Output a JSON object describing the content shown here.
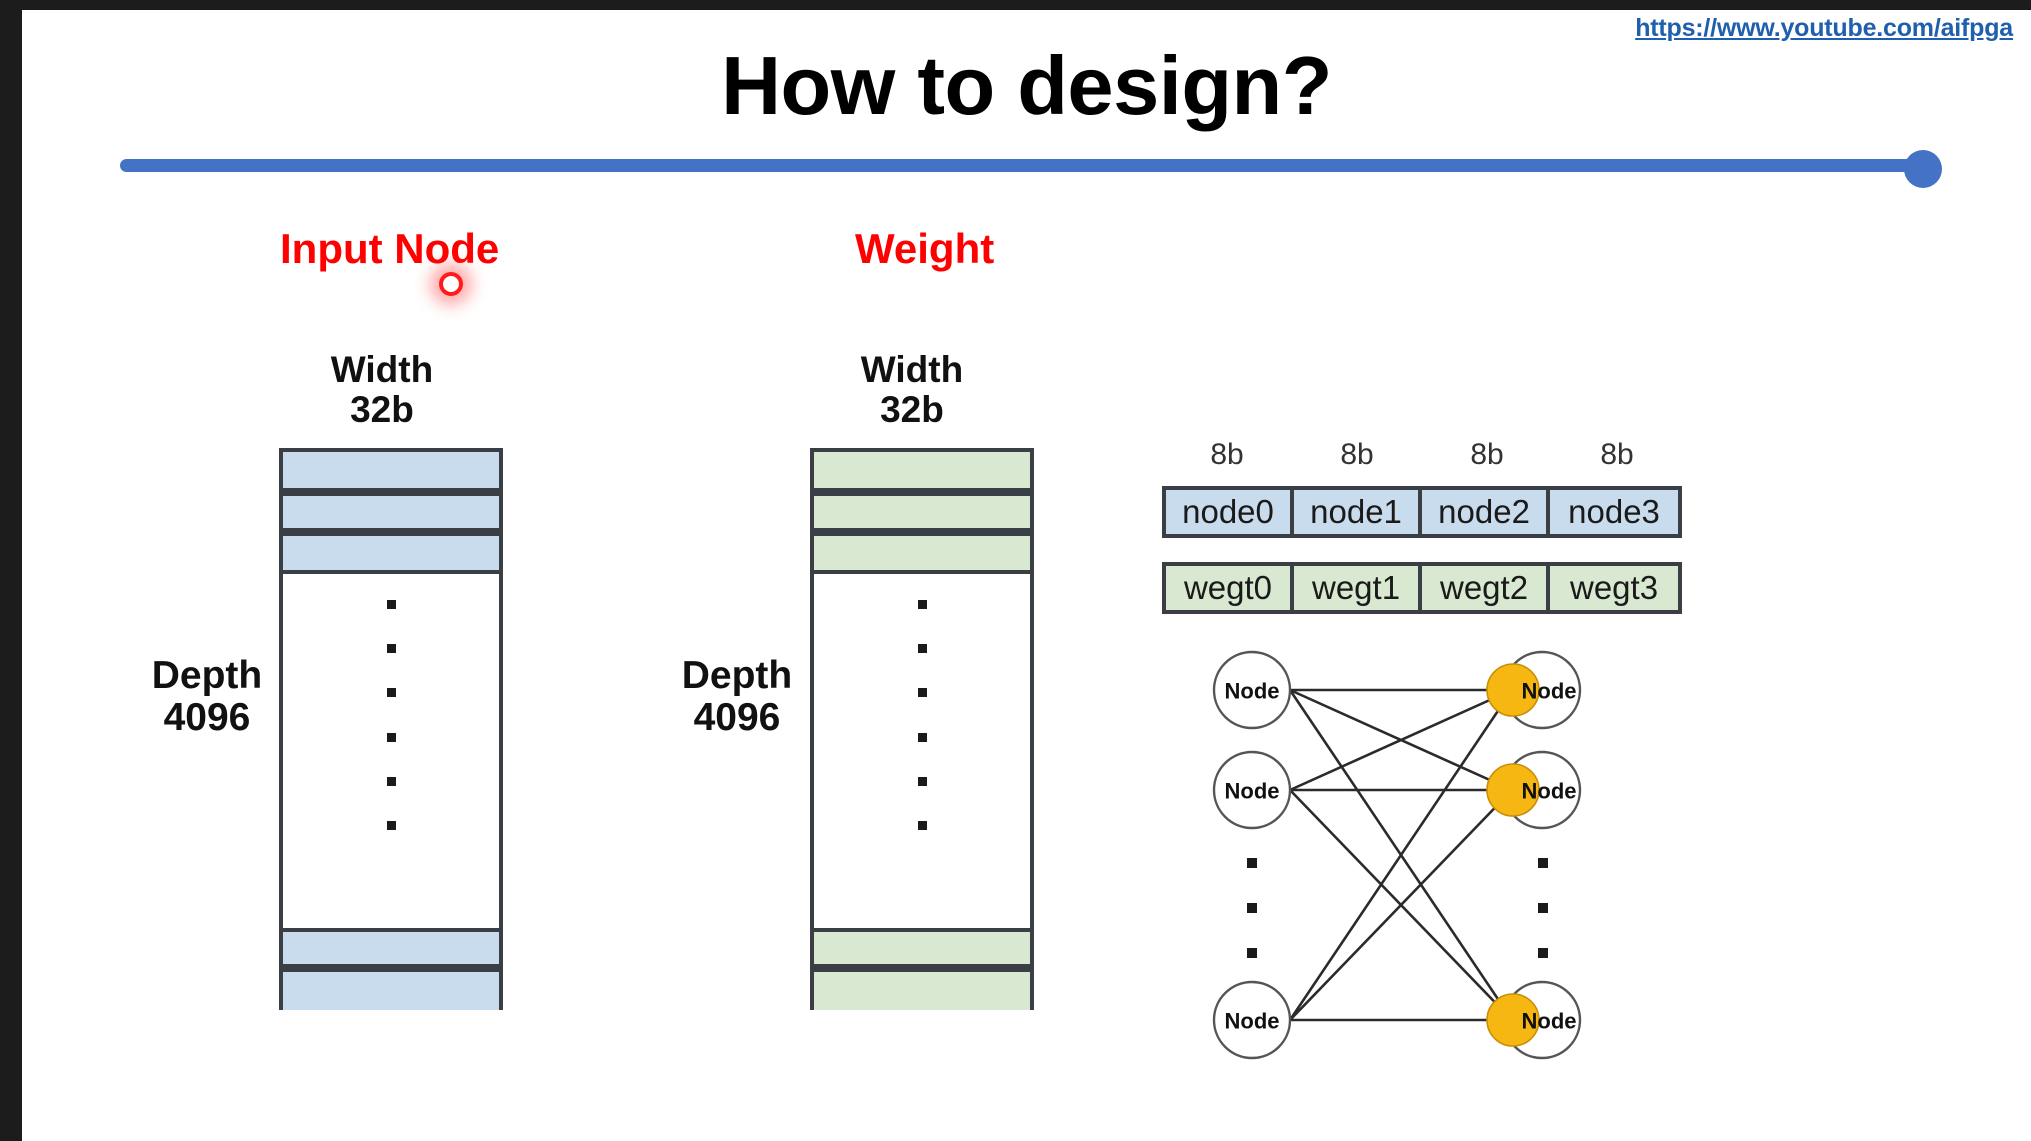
{
  "header": {
    "url": "https://www.youtube.com/aifpga",
    "title": "How to design?"
  },
  "slider": {
    "name": "progress-slider",
    "value_percent": 99,
    "track_color": "#4472C4"
  },
  "colors": {
    "accent_red": "#FF0000",
    "node_fill": "#C9DCEE",
    "weight_fill": "#D8E8D1",
    "highlight_orange": "#F6B712",
    "outline": "#3a3f45",
    "link_blue": "#1F5FAE"
  },
  "panels": [
    {
      "id": "input-node",
      "heading": "Input Node",
      "width_label": "Width",
      "width_value": "32b",
      "depth_label": "Depth",
      "depth_value": "4096",
      "fill": "#C9DCEE",
      "top_rows": 3,
      "bottom_rows": 2,
      "dots": 6
    },
    {
      "id": "weight",
      "heading": "Weight",
      "width_label": "Width",
      "width_value": "32b",
      "depth_label": "Depth",
      "depth_value": "4096",
      "fill": "#D8E8D1",
      "top_rows": 3,
      "bottom_rows": 2,
      "dots": 6
    }
  ],
  "byte_tables": {
    "bit_headers": [
      "8b",
      "8b",
      "8b",
      "8b"
    ],
    "node_row": [
      "node0",
      "node1",
      "node2",
      "node3"
    ],
    "weight_row": [
      "wegt0",
      "wegt1",
      "wegt2",
      "wegt3"
    ]
  },
  "network": {
    "left_nodes": [
      "Node",
      "Node",
      "Node"
    ],
    "right_nodes": [
      "Node",
      "Node",
      "Node"
    ],
    "left_dots": 3,
    "right_dots": 3,
    "highlight_count": 3
  }
}
